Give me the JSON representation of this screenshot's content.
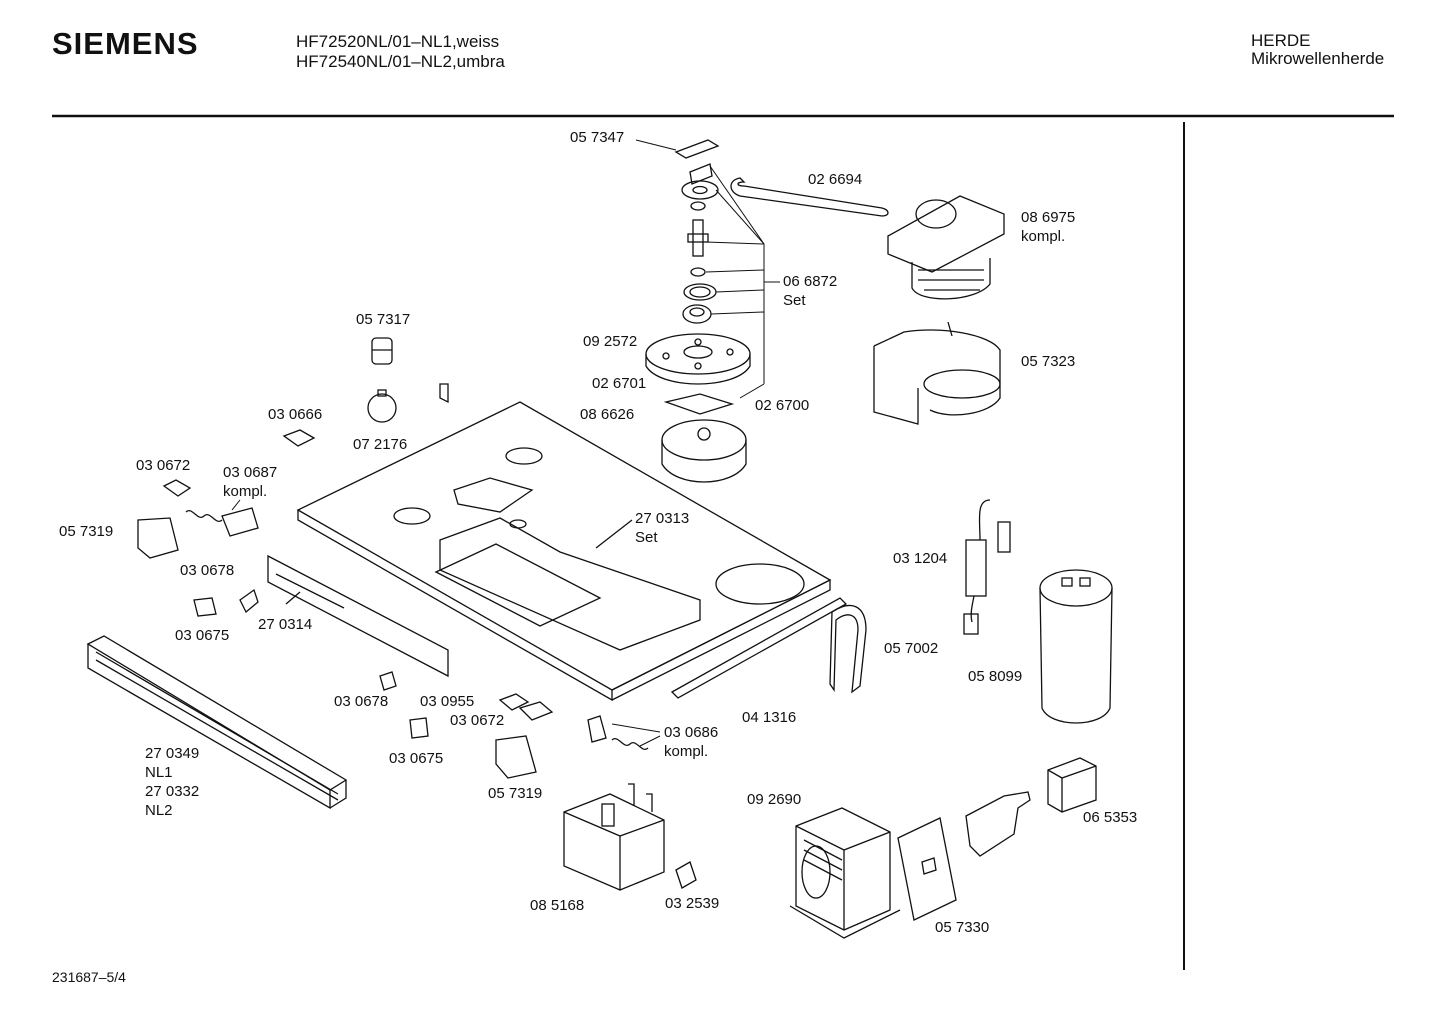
{
  "header": {
    "brand": "SIEMENS",
    "model_line_1": "HF72520NL/01–NL1,weiss",
    "model_line_2": "HF72540NL/01–NL2,umbra",
    "category_1": "HERDE",
    "category_2": "Mikrowellenherde"
  },
  "parts": {
    "p057347": "05 7347",
    "p026694": "02 6694",
    "p086975": "08 6975",
    "p086975_note": "kompl.",
    "p066872": "06 6872",
    "p066872_note": "Set",
    "p057317": "05 7317",
    "p092572": "09 2572",
    "p057323": "05 7323",
    "p026701": "02 6701",
    "p026700": "02 6700",
    "p030666": "03 0666",
    "p072176": "07 2176",
    "p086626": "08 6626",
    "p030672a": "03 0672",
    "p030687": "03 0687",
    "p030687_note": "kompl.",
    "p270313": "27 0313",
    "p270313_note": "Set",
    "p057319a": "05 7319",
    "p031204": "03 1204",
    "p030678a": "03 0678",
    "p030675a": "03 0675",
    "p270314": "27 0314",
    "p057002": "05 7002",
    "p058099": "05 8099",
    "p030678b": "03 0678",
    "p030955": "03 0955",
    "p030672b": "03 0672",
    "p041316": "04 1316",
    "p030686": "03 0686",
    "p030686_note": "kompl.",
    "p030675b": "03 0675",
    "p270349": "27 0349",
    "p270349_note": "NL1",
    "p270332": "27 0332",
    "p270332_note": "NL2",
    "p057319b": "05 7319",
    "p092690": "09 2690",
    "p065353": "06 5353",
    "p085168": "08 5168",
    "p032539": "03 2539",
    "p057330": "05 7330"
  },
  "footer": {
    "doc_code": "231687–5/4"
  }
}
